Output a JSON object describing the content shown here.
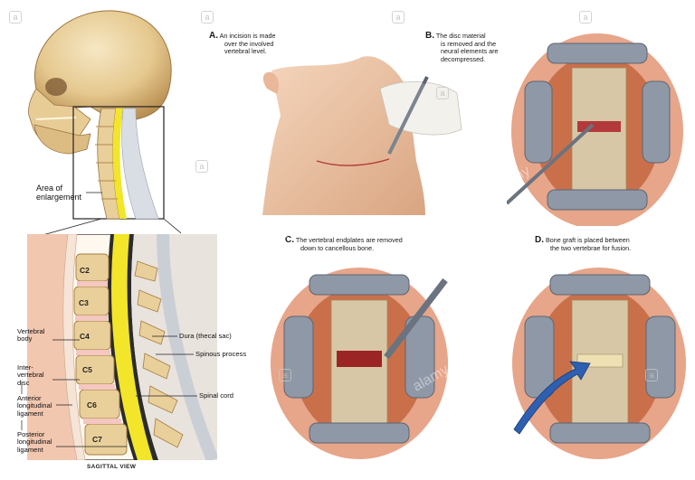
{
  "panel_a": {
    "letter": "A.",
    "caption": [
      "An incision is made",
      "over the involved",
      "vertebral level."
    ]
  },
  "panel_b": {
    "letter": "B.",
    "caption": [
      "The disc material",
      "is removed and the",
      "neural elements are",
      "decompressed."
    ]
  },
  "panel_c": {
    "letter": "C.",
    "caption": [
      "The vertebral endplates are removed",
      "down to cancellous bone."
    ]
  },
  "panel_d": {
    "letter": "D.",
    "caption": [
      "Bone graft is placed between",
      "the two vertebrae for fusion."
    ]
  },
  "skull_inset": {
    "area_label": [
      "Area of",
      "enlargement"
    ]
  },
  "sagittal": {
    "vertebrae": [
      "C2",
      "C3",
      "C4",
      "C5",
      "C6",
      "C7"
    ],
    "left_labels": {
      "vertebral_body": [
        "Vertebral",
        "body"
      ],
      "intervertebral_disc": [
        "Inter-",
        "vertebral",
        "disc"
      ],
      "anterior_ligament": [
        "Anterior",
        "longitudinal",
        "ligament"
      ],
      "posterior_ligament": [
        "Posterior",
        "longitudinal",
        "ligament"
      ]
    },
    "right_labels": {
      "dura": "Dura (thecal sac)",
      "spinous": "Spinous process",
      "cord": "Spinal cord"
    },
    "view_label": "SAGITTAL VIEW"
  },
  "watermark": {
    "text": "alamy",
    "badge": "a"
  },
  "colors": {
    "bone": "#e9cf9a",
    "cord": "#f2e52a",
    "tissue": "#e7a58a",
    "metal": "#8e98a6"
  }
}
